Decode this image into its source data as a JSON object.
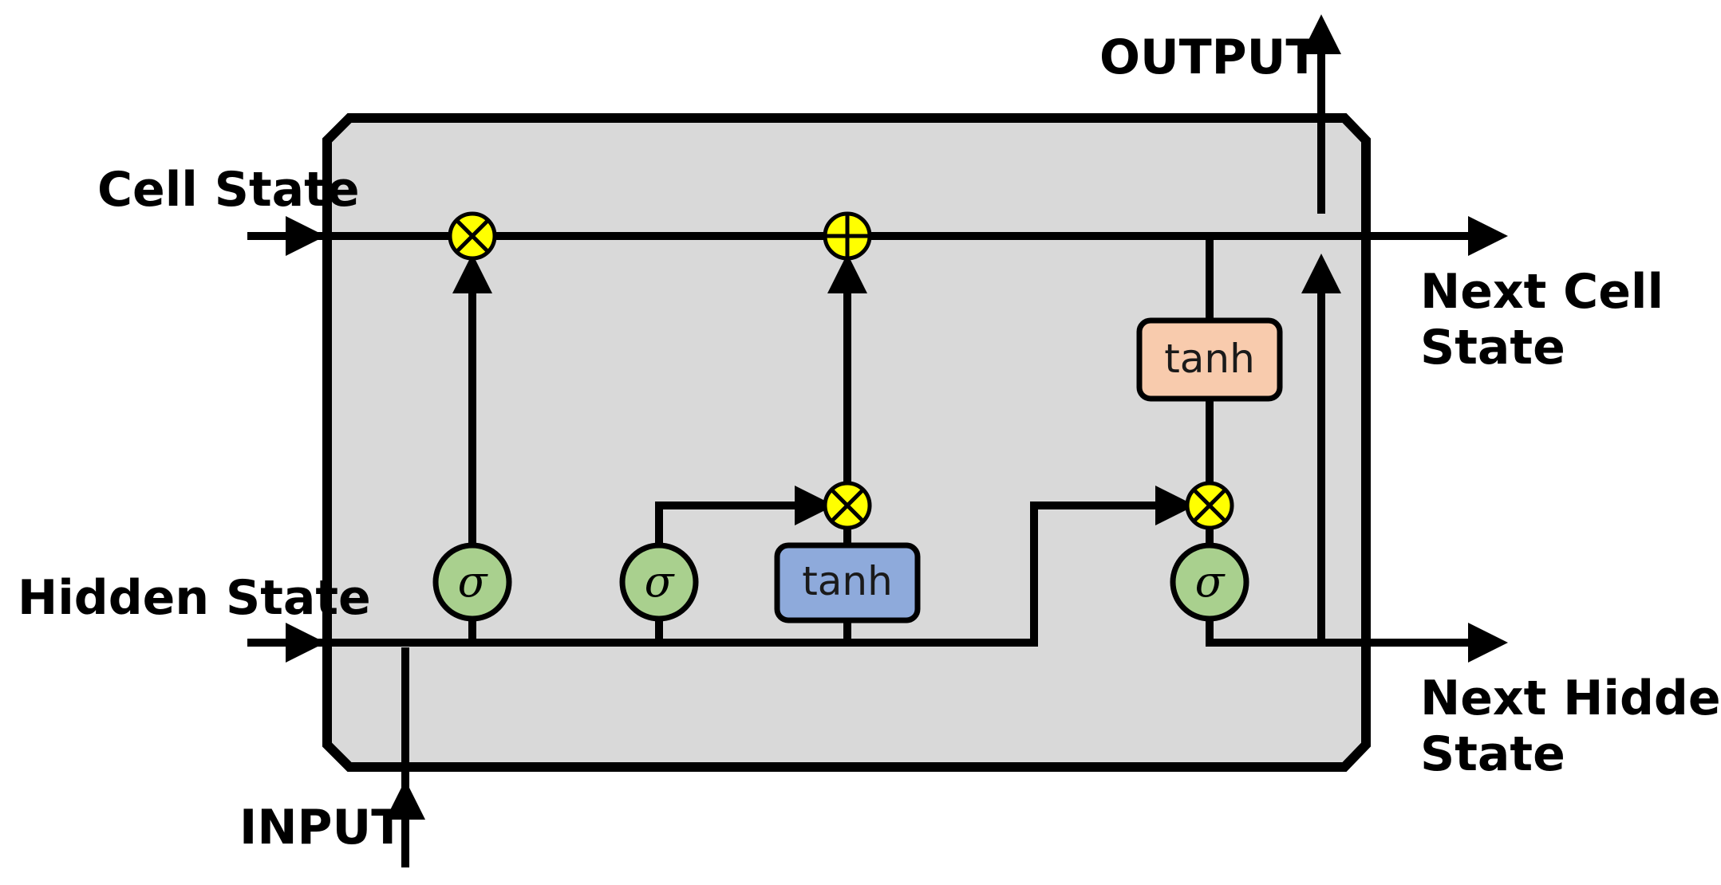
{
  "labels": {
    "cell_state": "Cell State",
    "hidden_state": "Hidden State",
    "input": "INPUT",
    "output": "OUTPUT",
    "next_cell_state": [
      "Next Cell",
      "State"
    ],
    "next_hidden_state": [
      "Next Hidden",
      "State"
    ]
  },
  "gates": {
    "sigma_symbol": "σ",
    "tanh_candidate": "tanh",
    "tanh_output": "tanh"
  },
  "colors": {
    "cell_fill": "#d9d9d9",
    "sigma_fill": "#a9d08e",
    "tanh_candidate_fill": "#8eaadb",
    "tanh_output_fill": "#f8cbad",
    "operator_fill": "#ffff00",
    "line": "#000000"
  }
}
